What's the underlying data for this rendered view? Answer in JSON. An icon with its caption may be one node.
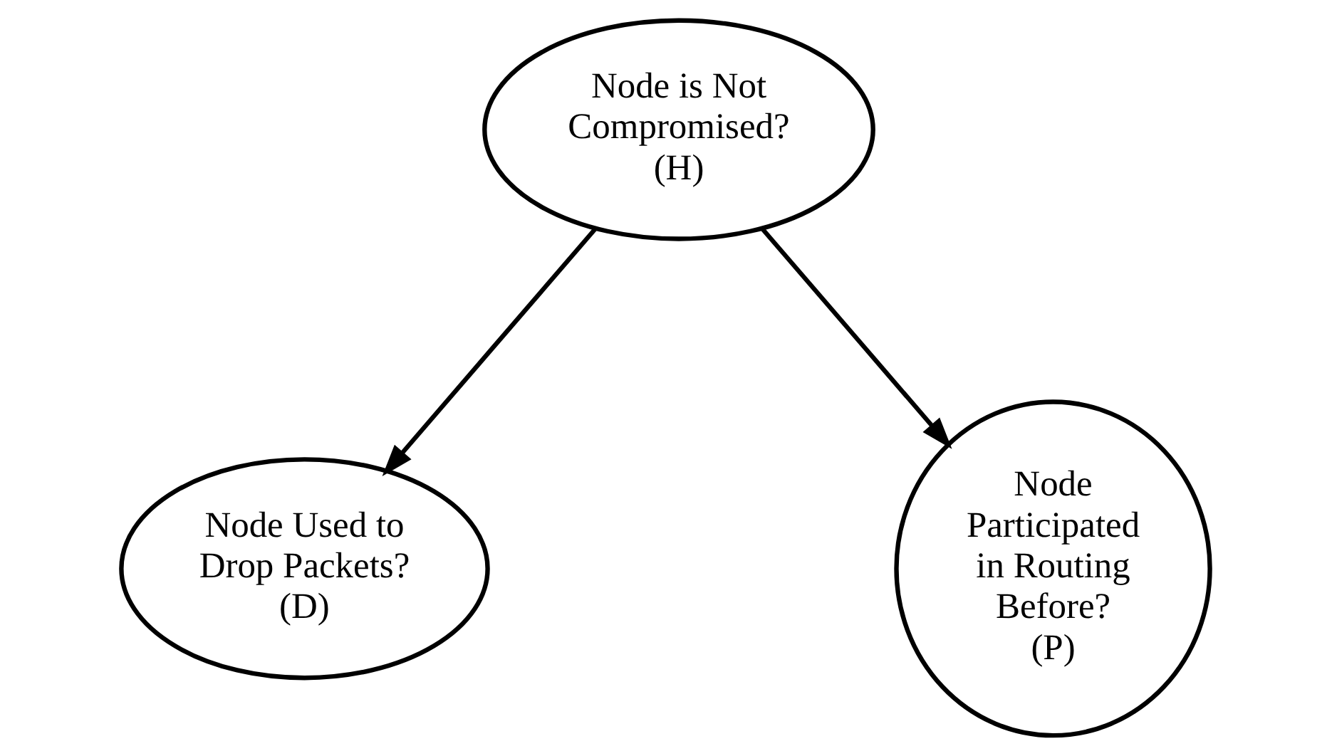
{
  "diagram": {
    "nodes": [
      {
        "text": [
          "Node is Not Compromised?",
          "(H)"
        ]
      },
      {
        "text": [
          "Node Used to Drop Packets?",
          "(D)"
        ]
      },
      {
        "text": [
          "Node Participated in Routing Before?",
          "(P)"
        ]
      }
    ],
    "edges": [
      {
        "from": 0,
        "to": 1,
        "arrow": "to"
      },
      {
        "from": 0,
        "to": 2,
        "arrow": "to"
      }
    ]
  }
}
